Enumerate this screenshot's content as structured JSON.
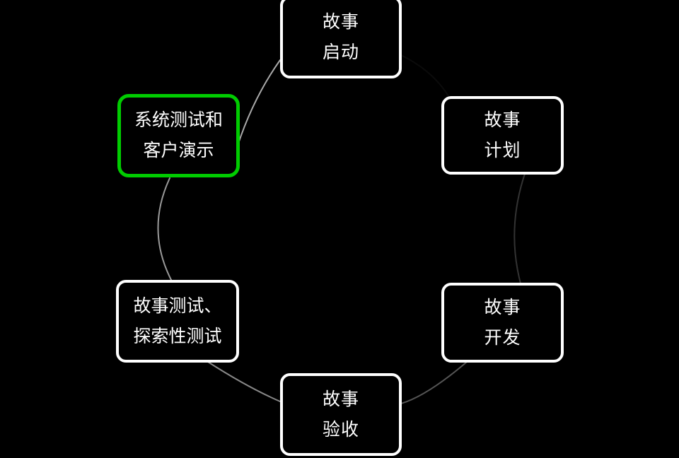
{
  "diagram": {
    "type": "cycle-flow",
    "title": "",
    "background_color": "#000000",
    "default_node_border_color": "#ffffff",
    "highlight_node_border_color": "#00cc00",
    "node_text_color": "#ffffff",
    "nodes": [
      {
        "id": "story-kickoff",
        "name": "node-story-kickoff",
        "line1": "故事",
        "line2": "启动",
        "position": "top",
        "border_color": "#ffffff",
        "highlighted": false
      },
      {
        "id": "story-plan",
        "name": "node-story-plan",
        "line1": "故事",
        "line2": "计划",
        "position": "top-right",
        "border_color": "#ffffff",
        "highlighted": false
      },
      {
        "id": "story-development",
        "name": "node-story-development",
        "line1": "故事",
        "line2": "开发",
        "position": "bottom-right",
        "border_color": "#ffffff",
        "highlighted": false
      },
      {
        "id": "story-acceptance",
        "name": "node-story-acceptance",
        "line1": "故事",
        "line2": "验收",
        "position": "bottom",
        "border_color": "#ffffff",
        "highlighted": false
      },
      {
        "id": "story-exploratory-testing",
        "name": "node-story-exploratory-testing",
        "line1": "故事测试、",
        "line2": "探索性测试",
        "position": "bottom-left",
        "border_color": "#ffffff",
        "highlighted": false
      },
      {
        "id": "system-test-demo",
        "name": "node-system-test-demo",
        "line1": "系统测试和",
        "line2": "客户演示",
        "position": "top-left",
        "border_color": "#00cc00",
        "highlighted": true
      }
    ],
    "connectors": [
      {
        "id": "arc-kickoff-plan",
        "from": "story-kickoff",
        "to": "story-plan",
        "color": "#111111",
        "width": 2
      },
      {
        "id": "arc-plan-development",
        "from": "story-plan",
        "to": "story-development",
        "color": "#333333",
        "width": 2
      },
      {
        "id": "arc-development-acceptance",
        "from": "story-development",
        "to": "story-acceptance",
        "color": "#555555",
        "width": 2
      },
      {
        "id": "arc-acceptance-exploratory",
        "from": "story-acceptance",
        "to": "story-exploratory-testing",
        "color": "#888888",
        "width": 2
      },
      {
        "id": "arc-exploratory-systemtest",
        "from": "story-exploratory-testing",
        "to": "system-test-demo",
        "color": "#999999",
        "width": 2
      },
      {
        "id": "arc-systemtest-kickoff",
        "from": "system-test-demo",
        "to": "story-kickoff",
        "color": "#aaaaaa",
        "width": 2
      }
    ]
  }
}
